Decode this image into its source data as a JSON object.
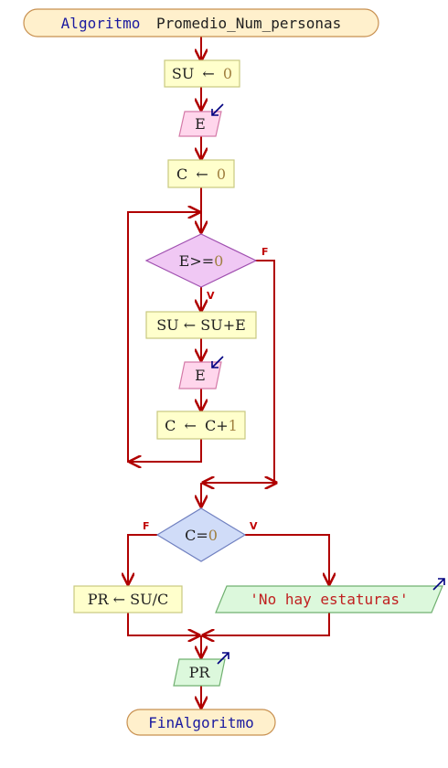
{
  "diagram": {
    "start": {
      "prefix": "Algoritmo",
      "name": "Promedio_Num_personas"
    },
    "end": {
      "label": "FinAlgoritmo"
    },
    "assign_su0": {
      "var": "SU",
      "arrow": "←",
      "value": "0"
    },
    "read_e1": {
      "label": "E"
    },
    "assign_c0": {
      "var": "C",
      "arrow": "←",
      "value": "0"
    },
    "cond_loop": {
      "left": "E>=",
      "right": "0",
      "true_label": "V",
      "false_label": "F"
    },
    "assign_su_sum": {
      "text": "SU ← SU+E"
    },
    "read_e2": {
      "label": "E"
    },
    "assign_c_inc": {
      "var": "C",
      "arrow": "←",
      "expr": "C+",
      "value": "1"
    },
    "cond_zero": {
      "left": "C=",
      "right": "0",
      "true_label": "V",
      "false_label": "F"
    },
    "assign_pr": {
      "text": "PR ← SU/C"
    },
    "write_msg": {
      "text": "'No hay estaturas'"
    },
    "write_pr": {
      "label": "PR"
    }
  },
  "colors": {
    "flow": "#b00000",
    "process_fill": "#ffffcc",
    "process_stroke": "#c8c880",
    "terminal_fill": "#fff0cc",
    "terminal_stroke": "#c89050",
    "read_fill": "#ffd6ec",
    "read_stroke": "#d47aa8",
    "decision_loop_fill": "#f0c8f4",
    "decision_loop_stroke": "#a050b0",
    "decision_if_fill": "#d0dcf8",
    "decision_if_stroke": "#7080c0",
    "write_fill": "#dcf8dc",
    "write_stroke": "#70b070",
    "keyword": "#1a1aa0",
    "number": "#a08040",
    "string": "#c02020",
    "io_arrow": "#000080"
  }
}
